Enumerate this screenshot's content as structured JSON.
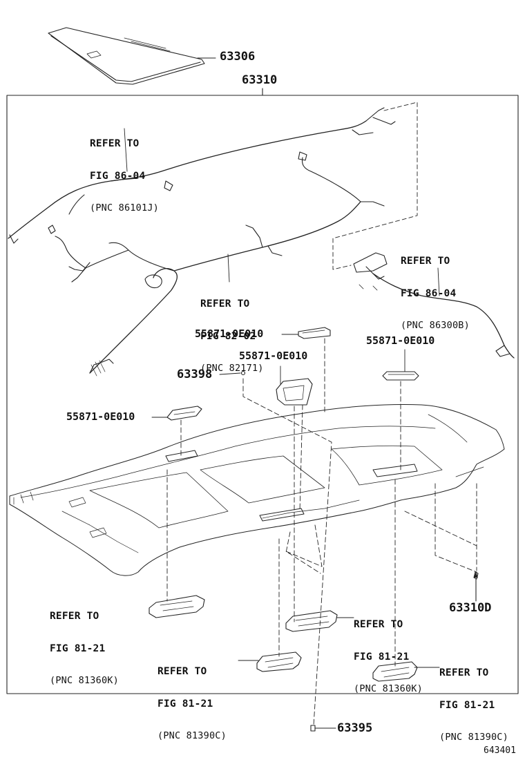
{
  "parts": {
    "p63306": "63306",
    "p63310": "63310",
    "p63398": "63398",
    "p63310D": "63310D",
    "p63395": "63395",
    "clip_a": "55871-0E010",
    "clip_b": "55871-0E010",
    "clip_c": "55871-0E010",
    "clip_d": "55871-0E010"
  },
  "refs": {
    "r1": {
      "l1": "REFER TO",
      "l2": "FIG 86-04",
      "l3": "(PNC 86101J)"
    },
    "r2": {
      "l1": "REFER TO",
      "l2": "FIG 82-02",
      "l3": "(PNC 82171)"
    },
    "r3": {
      "l1": "REFER TO",
      "l2": "FIG 86-04",
      "l3": "(PNC 86300B)"
    },
    "r4": {
      "l1": "REFER TO",
      "l2": "FIG 81-21",
      "l3": "(PNC 81360K)"
    },
    "r5": {
      "l1": "REFER TO",
      "l2": "FIG 81-21",
      "l3": "(PNC 81360K)"
    },
    "r6": {
      "l1": "REFER TO",
      "l2": "FIG 81-21",
      "l3": "(PNC 81390C)"
    },
    "r7": {
      "l1": "REFER TO",
      "l2": "FIG 81-21",
      "l3": "(PNC 81390C)"
    }
  },
  "figure_code": "643401"
}
